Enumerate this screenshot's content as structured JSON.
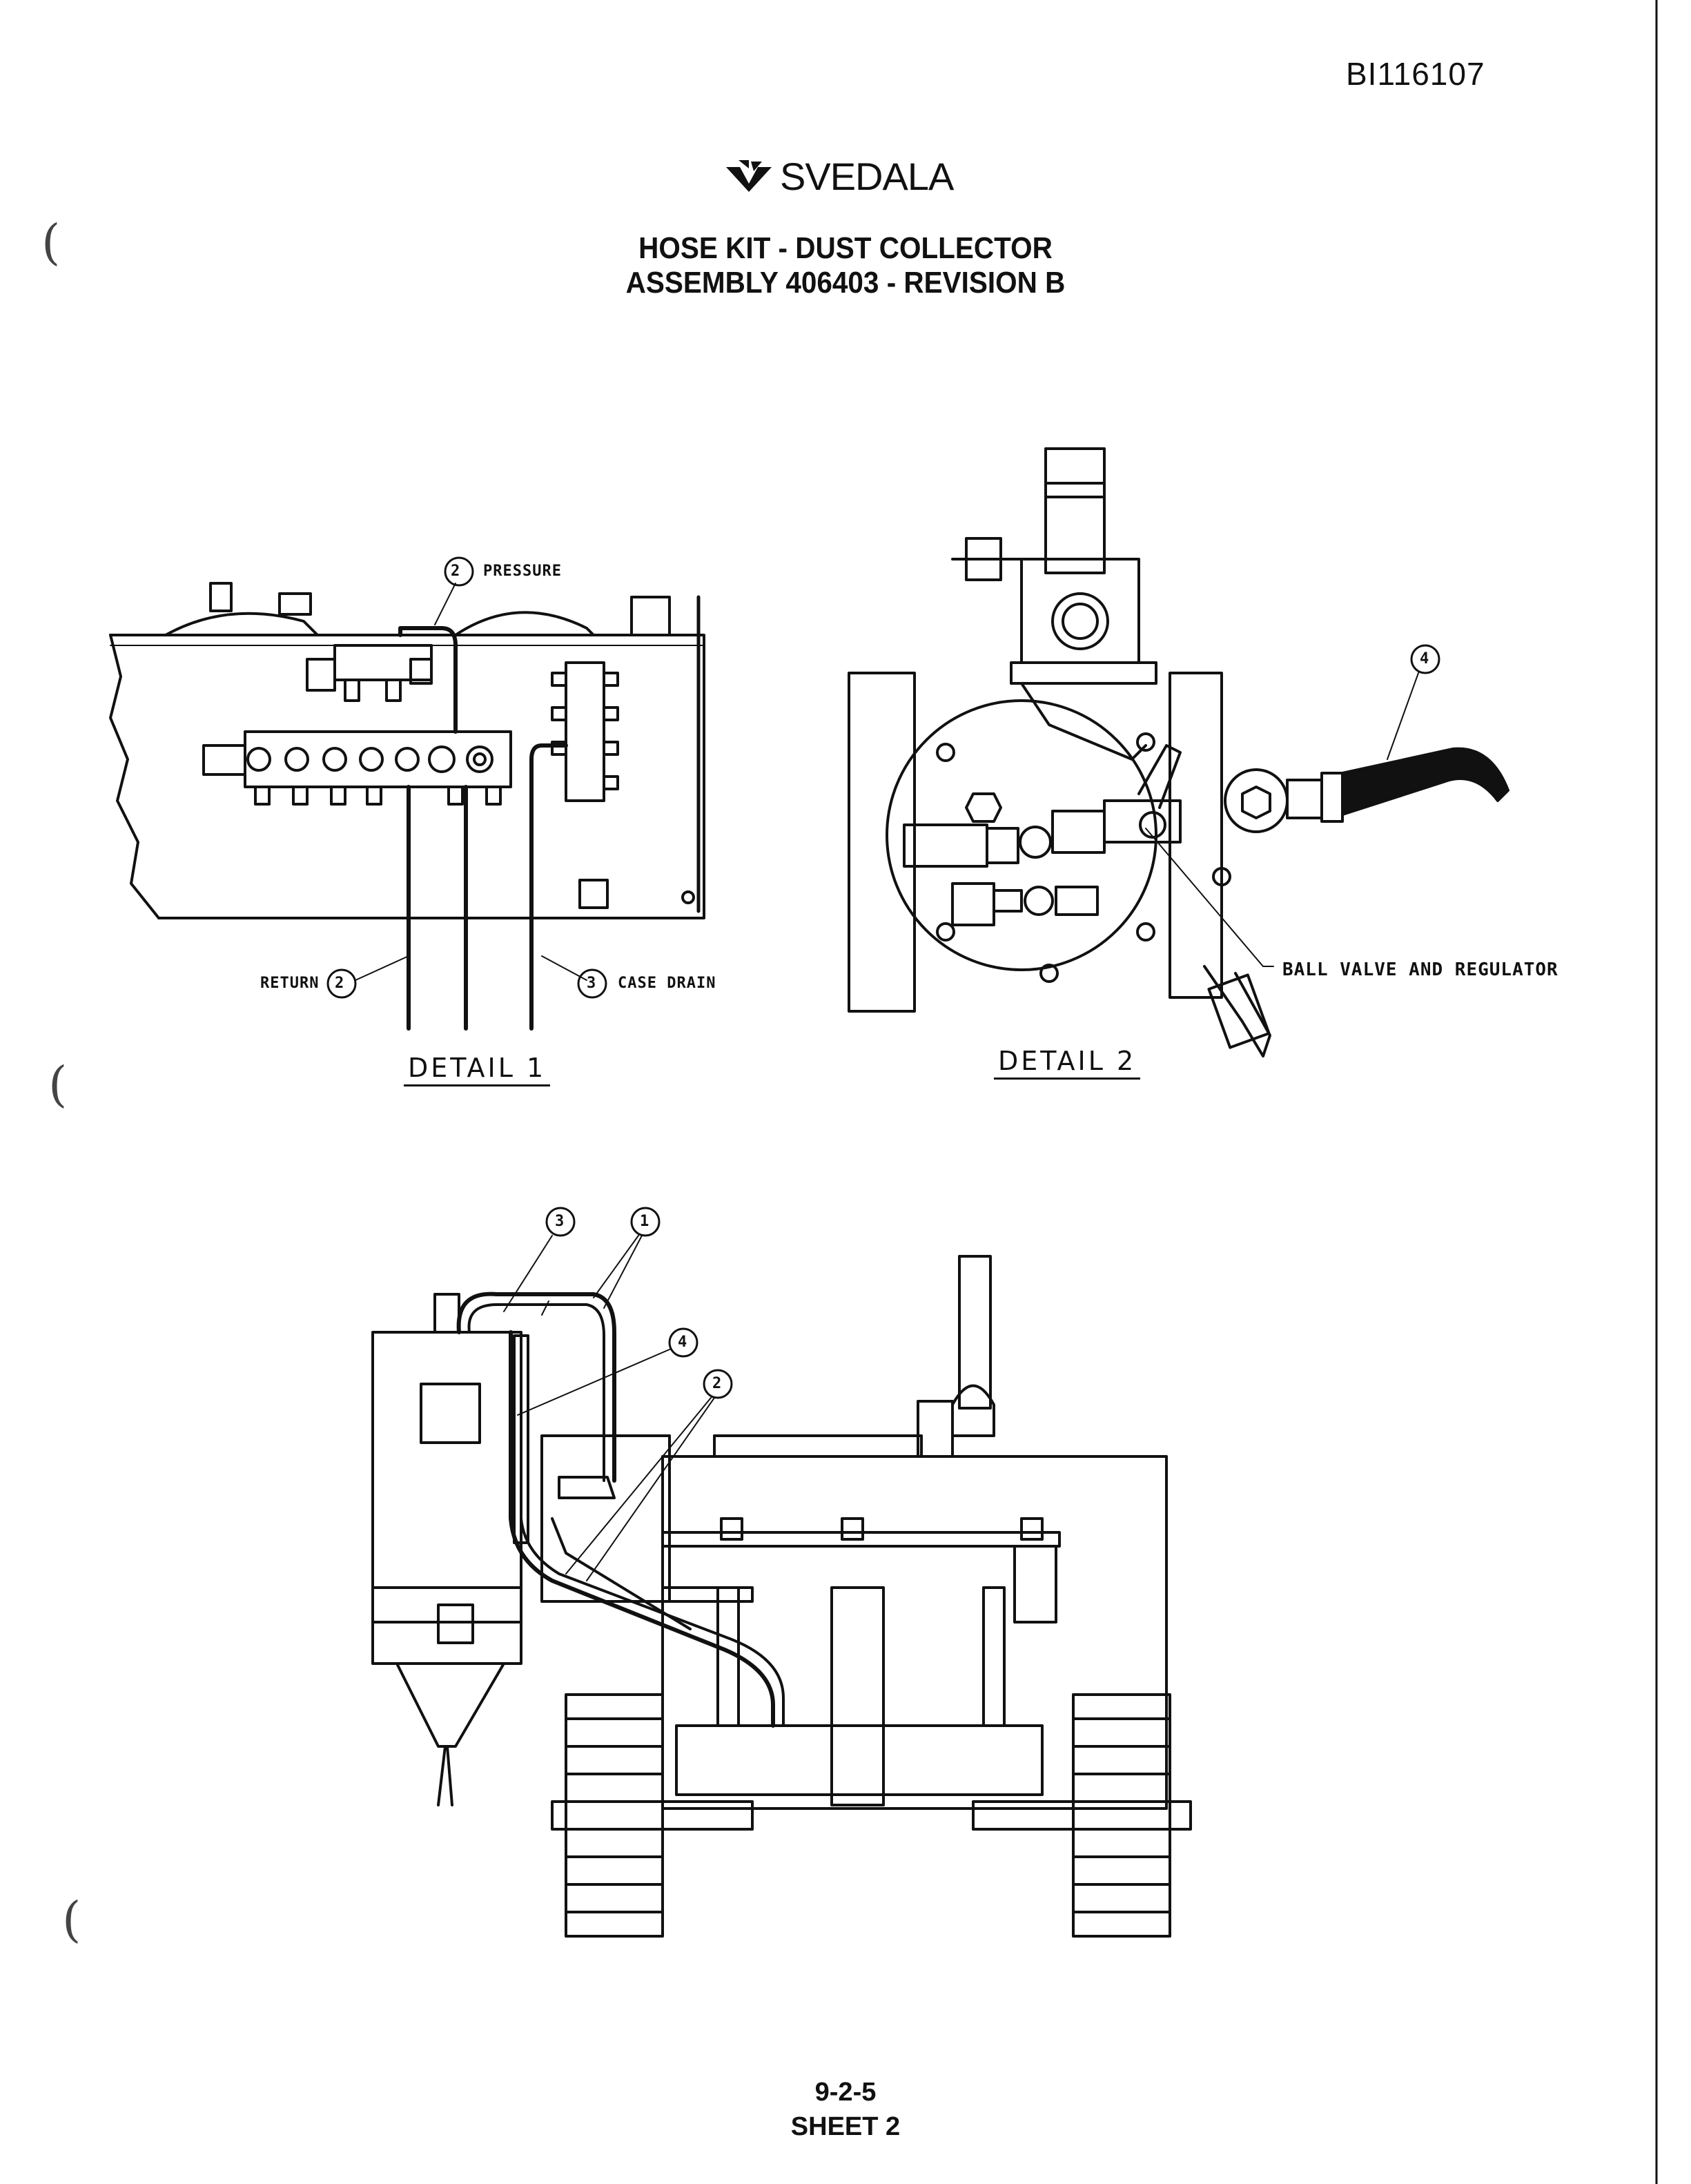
{
  "header": {
    "doc_number": "BI116107",
    "brand": "SVEDALA",
    "title_line1": "HOSE KIT - DUST COLLECTOR",
    "title_line2": "ASSEMBLY 406403 - REVISION B"
  },
  "detail1": {
    "label": "DETAIL 1",
    "callouts": [
      {
        "num": "2",
        "text": "PRESSURE"
      },
      {
        "num": "2",
        "text": "RETURN"
      },
      {
        "num": "3",
        "text": "CASE DRAIN"
      }
    ]
  },
  "detail2": {
    "label": "DETAIL 2",
    "callouts": [
      {
        "num": "4",
        "text": ""
      },
      {
        "num": "",
        "text": "BALL VALVE AND REGULATOR"
      }
    ]
  },
  "main_view": {
    "callouts": [
      "3",
      "1",
      "4",
      "2"
    ]
  },
  "footer": {
    "page": "9-2-5",
    "sheet": "SHEET 2"
  }
}
